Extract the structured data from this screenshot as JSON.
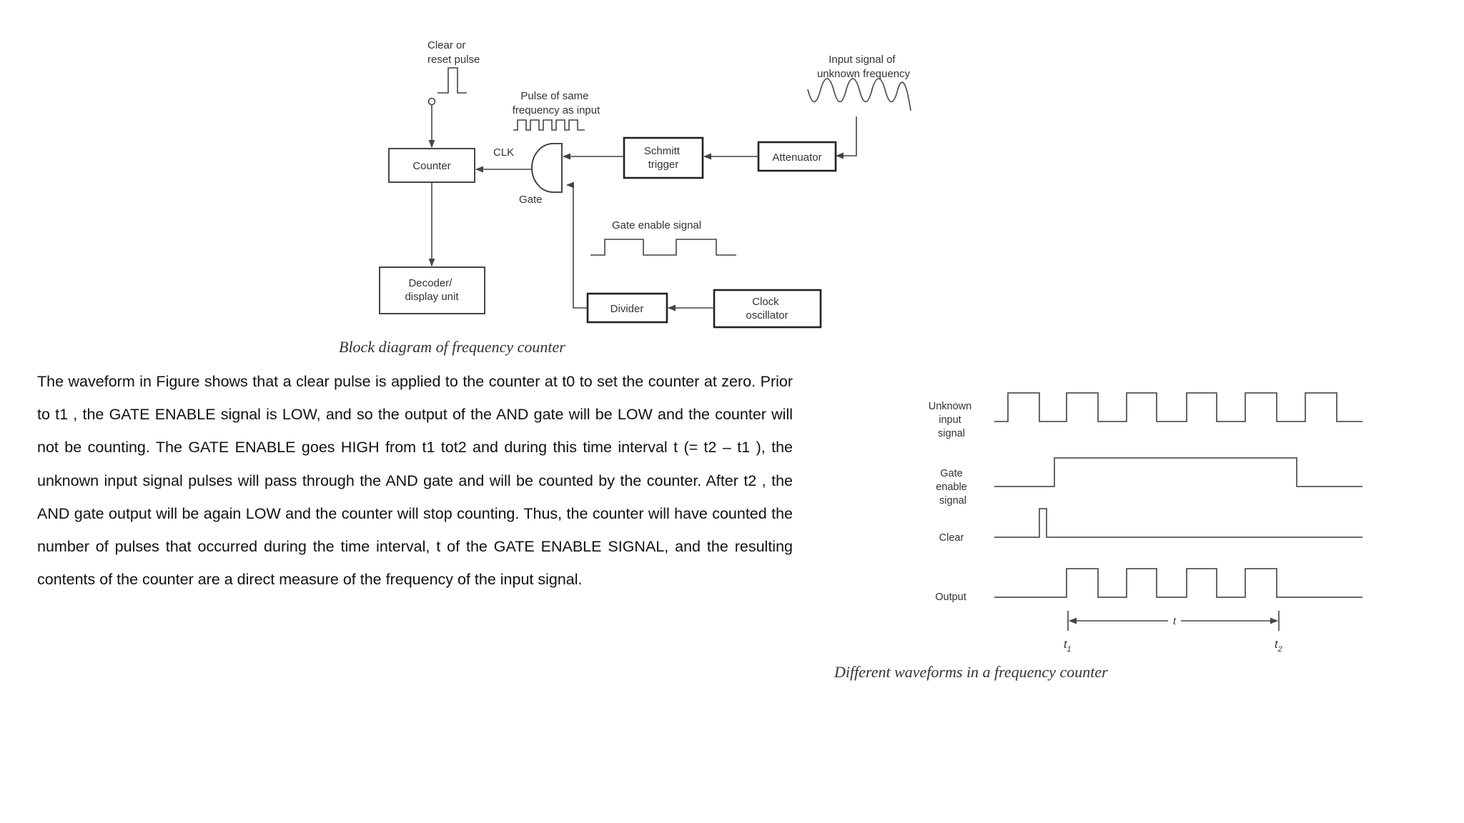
{
  "block_diagram": {
    "labels": {
      "clear_pulse": [
        "Clear or",
        "reset pulse"
      ],
      "input_signal": [
        "Input signal of",
        "unknown frequency"
      ],
      "pulse_same_freq": [
        "Pulse of same",
        "frequency  as input"
      ],
      "clk": "CLK",
      "gate": "Gate",
      "gate_enable": "Gate enable signal"
    },
    "blocks": {
      "counter": [
        "Counter"
      ],
      "schmitt": [
        "Schmitt",
        "trigger"
      ],
      "attenuator": [
        "Attenuator"
      ],
      "decoder": [
        "Decoder/",
        "display unit"
      ],
      "divider": [
        "Divider"
      ],
      "clock": [
        "Clock",
        "oscillator"
      ]
    },
    "caption": "Block diagram of frequency counter"
  },
  "description": "The waveform in Figure shows that a clear pulse is applied to the counter at t0 to set the counter at zero. Prior to t1 , the GATE ENABLE signal is LOW, and so the output of the AND gate will be LOW and the counter will not be counting. The GATE ENABLE goes HIGH from t1 tot2 and during this time interval t (= t2 – t1 ), the unknown input signal pulses will pass through the AND gate and will be counted by the counter. After t2 , the AND gate output will be again LOW and the counter will stop counting. Thus, the counter will have counted the number of pulses that occurred during the time interval, t of the GATE ENABLE SIGNAL, and the resulting contents of the counter are a direct measure of the frequency of the input signal.",
  "waveforms": {
    "labels": {
      "unknown_input": [
        "Unknown",
        "input",
        "signal"
      ],
      "gate_enable": [
        "Gate",
        "enable",
        "signal"
      ],
      "clear": [
        "Clear"
      ],
      "output": [
        "Output"
      ]
    },
    "interval_label": "t",
    "t1": "t",
    "t1_sub": "1",
    "t2": "t",
    "t2_sub": "2",
    "caption": "Different waveforms in a frequency counter"
  }
}
